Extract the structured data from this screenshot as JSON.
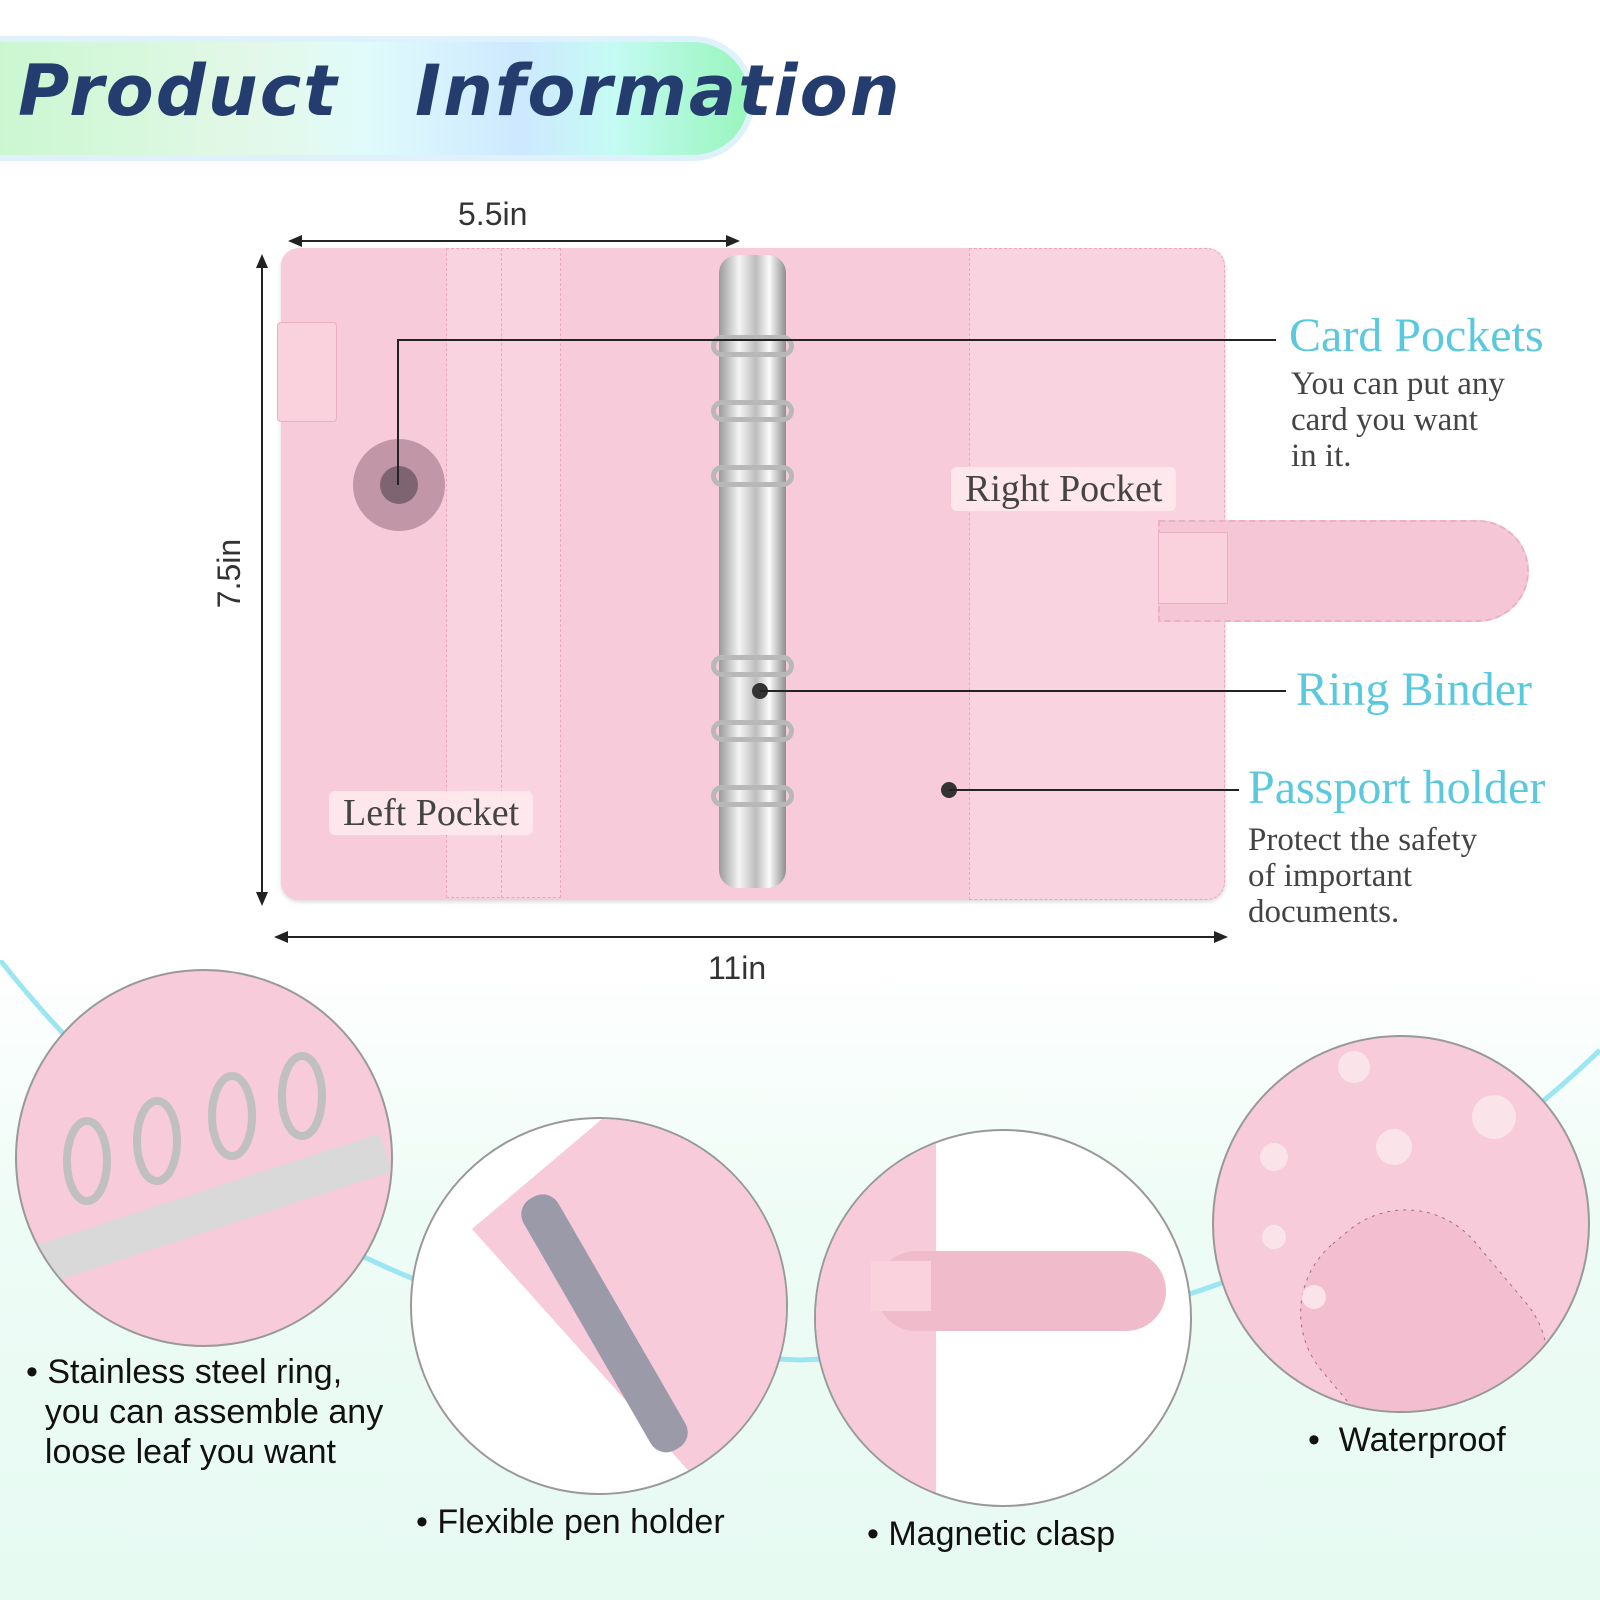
{
  "banner": {
    "title": "Product  Information"
  },
  "dimensions": {
    "width_single": "5.5in",
    "height": "7.5in",
    "width_open": "11in"
  },
  "labels": {
    "right_pocket": "Right Pocket",
    "left_pocket": "Left Pocket"
  },
  "callouts": [
    {
      "title": "Card Pockets",
      "desc": "You can put any\ncard you want\nin it."
    },
    {
      "title": "Ring Binder",
      "desc": ""
    },
    {
      "title": "Passport holder",
      "desc": "Protect the safety\nof important\ndocuments."
    }
  ],
  "features": [
    {
      "caption": "• Stainless steel ring,\n  you can assemble any\n  loose leaf you want"
    },
    {
      "caption": "• Flexible pen holder"
    },
    {
      "caption": "• Magnetic clasp"
    },
    {
      "caption": "•  Waterproof"
    }
  ],
  "colors": {
    "accent": "#5ac9df",
    "title": "#243d6e",
    "leather": "#f7cbd9"
  }
}
